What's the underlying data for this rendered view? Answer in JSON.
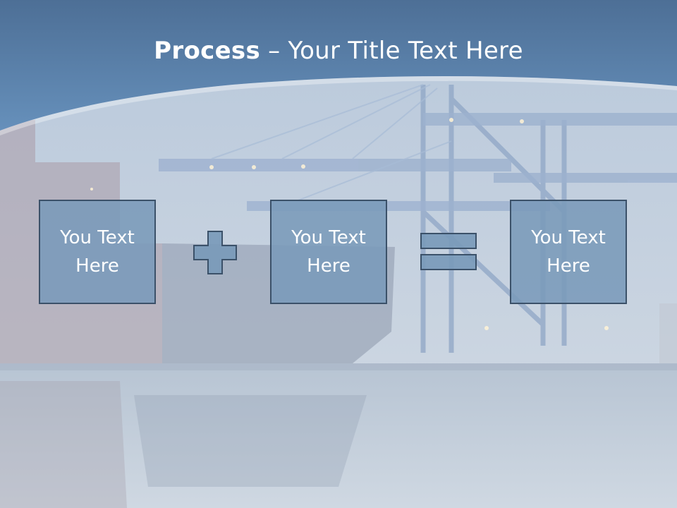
{
  "title": {
    "bold": "Process",
    "separator": " – ",
    "rest": "Your Title Text Here"
  },
  "boxes": [
    {
      "label": "You Text Here"
    },
    {
      "label": "You Text Here"
    },
    {
      "label": "You Text Here"
    }
  ],
  "icons": {
    "operator_1": "plus-icon",
    "operator_2": "equals-icon"
  },
  "colors": {
    "banner": "#5f86b0",
    "box_fill": "#7a9aba",
    "box_border": "#3b5169"
  }
}
